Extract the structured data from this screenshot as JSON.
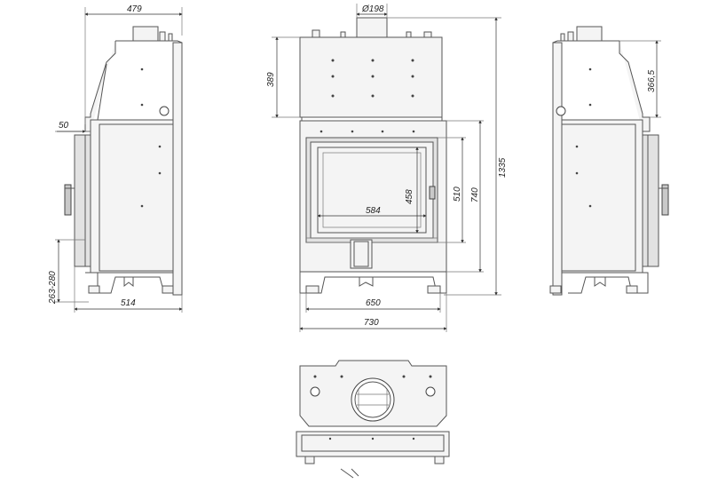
{
  "dimensions": {
    "side_depth_top": "479",
    "flue_diameter": "Ø198",
    "total_height": "1335",
    "top_box_height": "389",
    "top_box_height_right": "366,5",
    "door_offset": "50",
    "base_height": "263-280",
    "side_depth_bottom": "514",
    "glass_width": "584",
    "glass_height": "458",
    "door_height": "510",
    "frame_height": "740",
    "body_width": "650",
    "frame_width": "730"
  }
}
